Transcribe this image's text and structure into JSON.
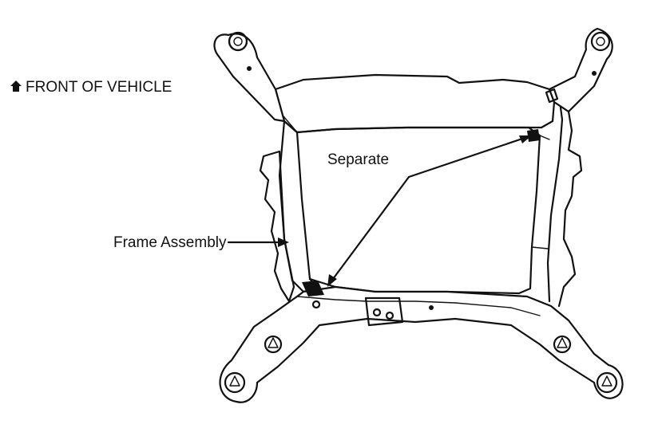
{
  "labels": {
    "front_of_vehicle": "FRONT OF VEHICLE",
    "separate": "Separate",
    "frame_assembly": "Frame Assembly"
  }
}
